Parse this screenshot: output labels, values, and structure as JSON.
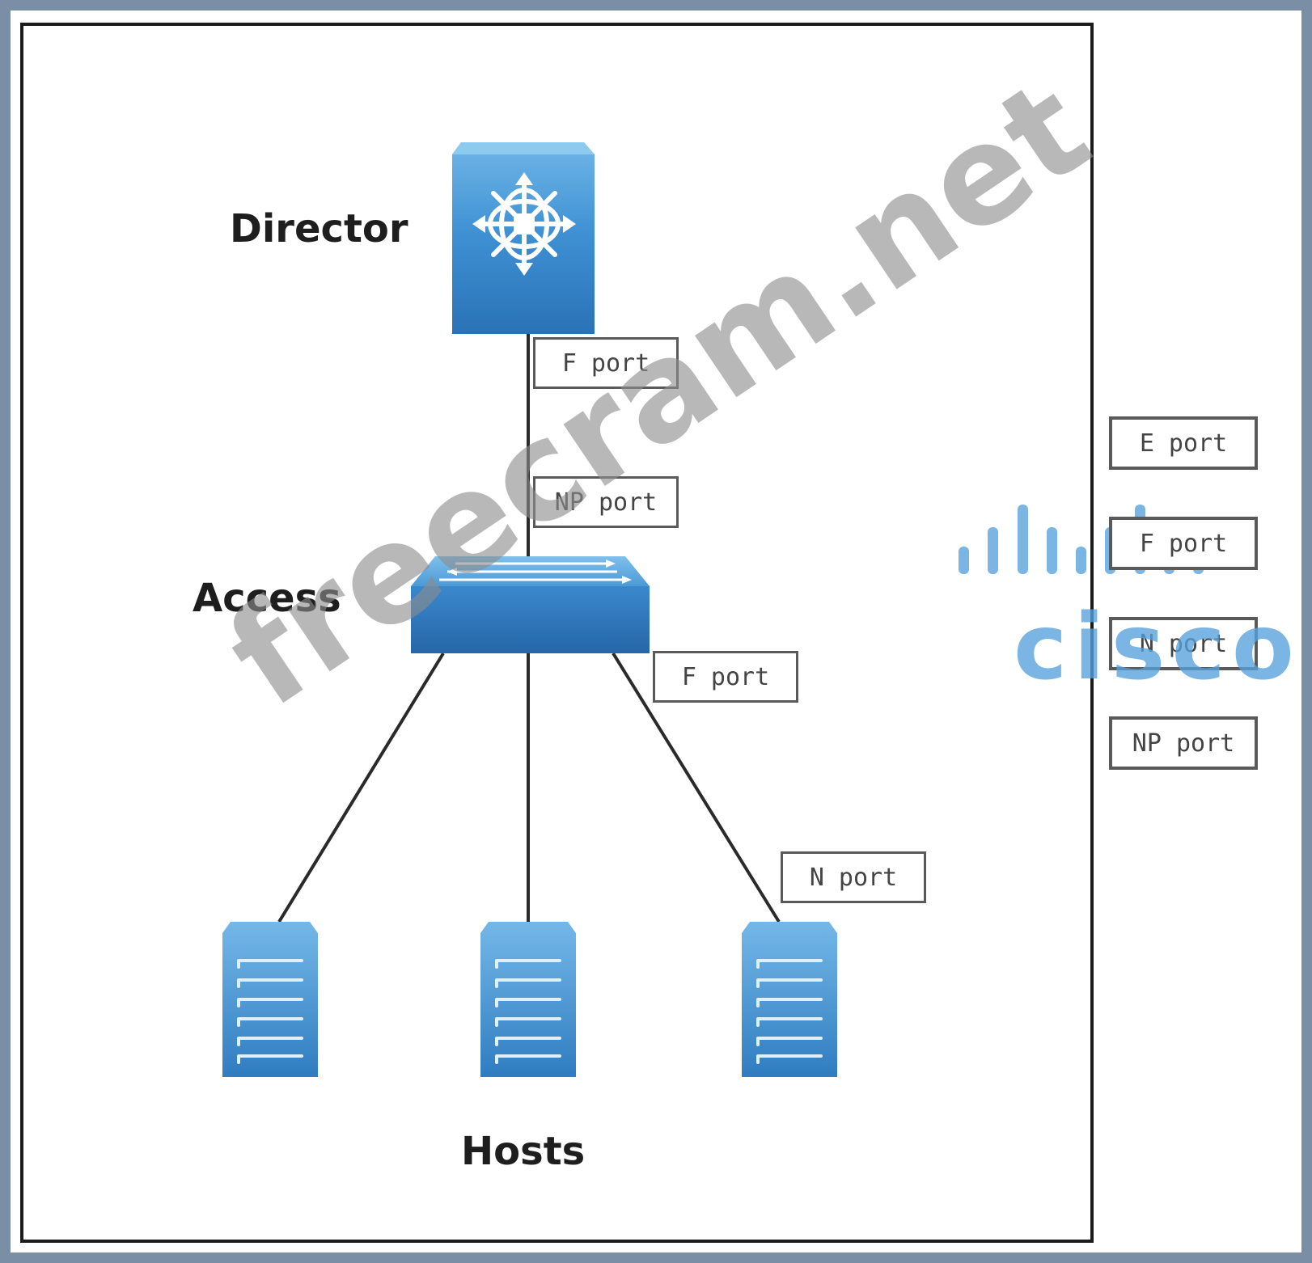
{
  "diagram": {
    "tiers": {
      "director": "Director",
      "access": "Access",
      "hosts": "Hosts"
    },
    "placed_ports": {
      "director_link": "F port",
      "access_uplink": "NP port",
      "access_downlink": "F port",
      "host_link": "N port"
    },
    "port_options": [
      "E port",
      "F port",
      "N port",
      "NP port"
    ]
  },
  "watermark": {
    "site": "freecram.net",
    "brand": "cisco"
  },
  "colors": {
    "device_blue": "#3f8fd0",
    "device_dark": "#2a6fb0",
    "watermark_blue": "#55a0dc",
    "frame": "#1c1c1c",
    "page_border": "#7a8fa6"
  }
}
